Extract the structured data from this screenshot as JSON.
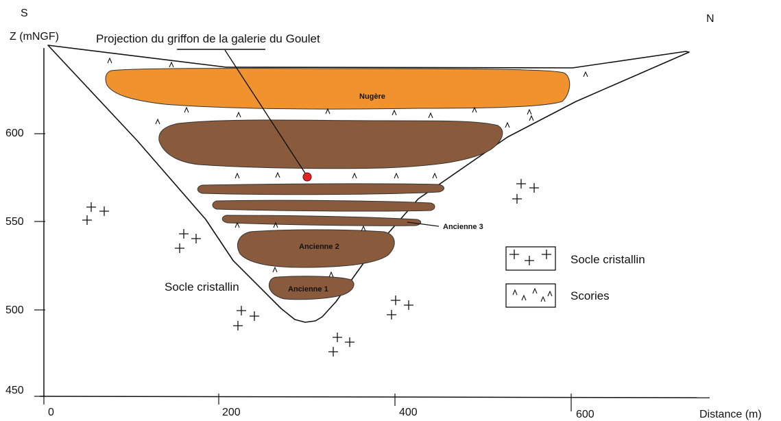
{
  "compass": {
    "south": "S",
    "north": "N"
  },
  "axes": {
    "y_label": "Z (mNGF)",
    "x_label": "Distance (m)",
    "y_ticks": [
      "600",
      "550",
      "500",
      "450"
    ],
    "x_ticks": [
      "0",
      "200",
      "400",
      "600"
    ]
  },
  "annotation": {
    "projection": "Projection du griffon de la galerie du Goulet"
  },
  "layers": {
    "nugere": "Nugère",
    "ancienne3": "Ancienne 3",
    "ancienne2": "Ancienne 2",
    "ancienne1": "Ancienne 1"
  },
  "socle_label": "Socle cristallin",
  "legend": {
    "socle": "Socle cristallin",
    "scories": "Scories"
  },
  "colors": {
    "nugere": "#f0922e",
    "brown": "#8a5a3c",
    "point": "#e02424"
  }
}
